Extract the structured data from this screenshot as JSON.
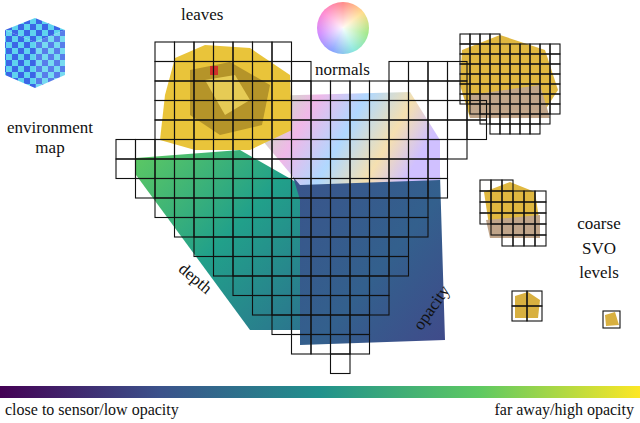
{
  "diagram": {
    "labels": [
      "leaves",
      "normals",
      "environment map",
      "depth",
      "opacity",
      "coarse SVO levels",
      "close to sensor/low opacity",
      "far away/high opacity"
    ]
  }
}
